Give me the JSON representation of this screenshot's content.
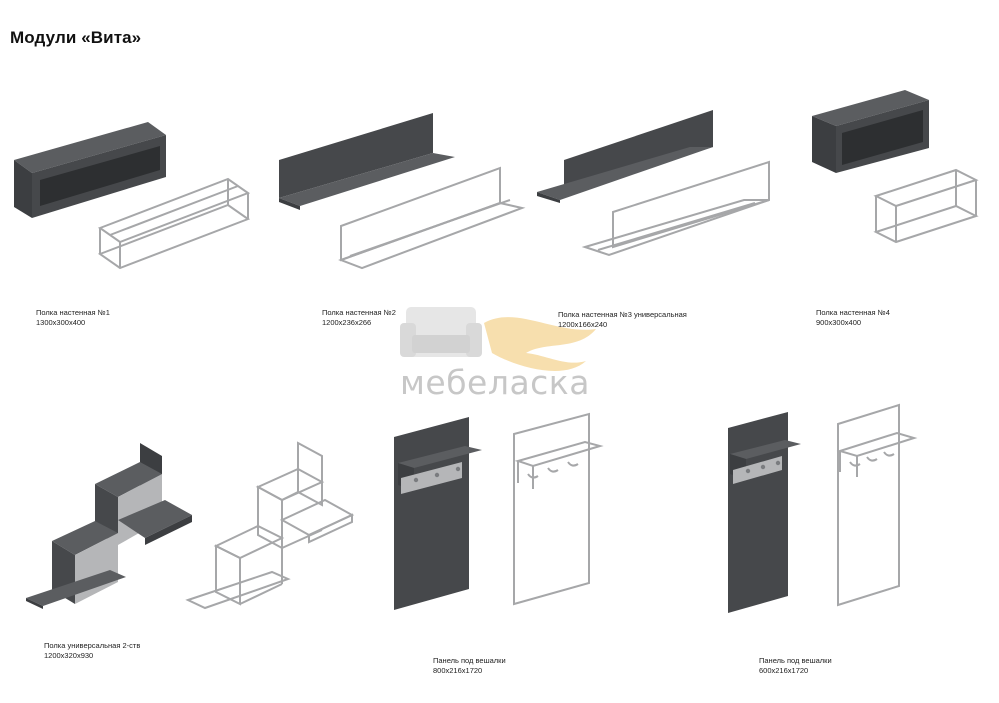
{
  "title": "Модули «Вита»",
  "watermark": {
    "brand": "мебеласка"
  },
  "products": [
    {
      "name": "Полка настенная №1",
      "size": "1300x300x400"
    },
    {
      "name": "Полка настенная №2",
      "size": "1200x236x266"
    },
    {
      "name": "Полка настенная №3 универсальная",
      "size": "1200x166x240"
    },
    {
      "name": "Полка настенная №4",
      "size": "900x300x400"
    },
    {
      "name": "Полка универсальная 2-ств",
      "size": "1200x320x930"
    },
    {
      "name": "Панель под вешалки",
      "size": "800x216x1720"
    },
    {
      "name": "Панель под вешалки",
      "size": "600x216x1720"
    }
  ],
  "colors": {
    "dark_panel": "#46484b",
    "dark_panel_top": "#5b5d60",
    "light_panel": "#b5b6b8",
    "wire": "#a6a7a9"
  }
}
